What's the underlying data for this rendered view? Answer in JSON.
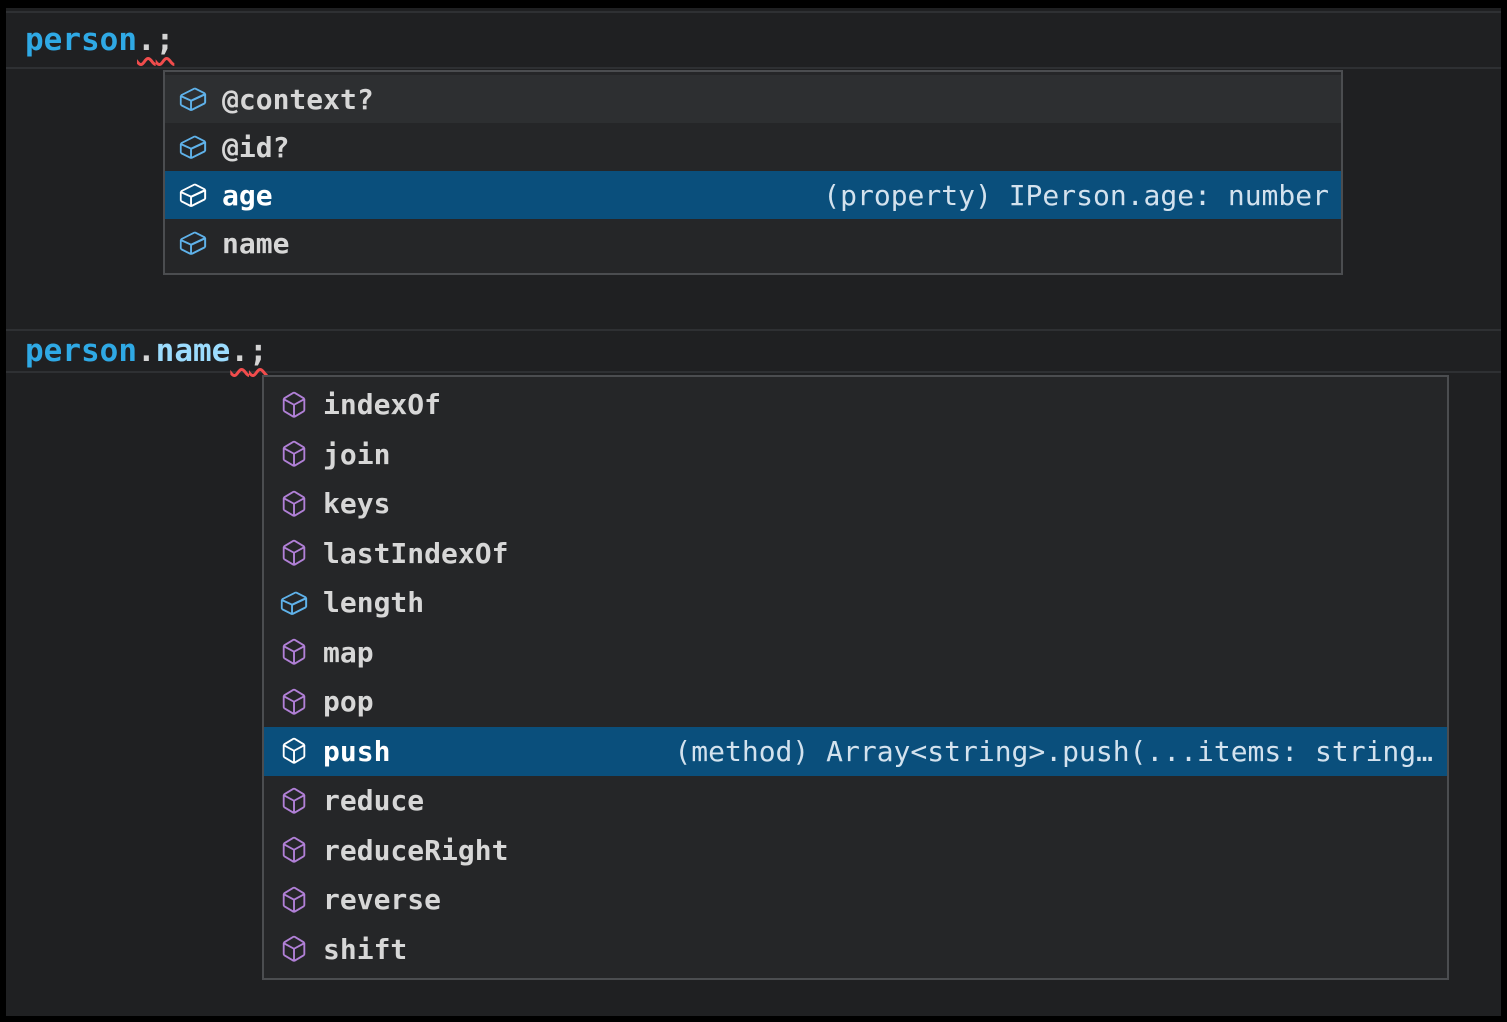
{
  "editor": {
    "line1": {
      "tokens": [
        {
          "text": "person",
          "type": "variable",
          "squiggle": false
        },
        {
          "text": ".",
          "type": "punctuation",
          "squiggle": true
        },
        {
          "text": ";",
          "type": "punctuation",
          "squiggle": true
        }
      ]
    },
    "line2": {
      "tokens": [
        {
          "text": "person",
          "type": "variable",
          "squiggle": false
        },
        {
          "text": ".",
          "type": "punctuation",
          "squiggle": false
        },
        {
          "text": "name",
          "type": "property",
          "squiggle": false
        },
        {
          "text": ".",
          "type": "punctuation",
          "squiggle": true
        },
        {
          "text": ";",
          "type": "punctuation",
          "squiggle": true
        }
      ]
    }
  },
  "suggest_popup_1": {
    "items": [
      {
        "label": "@context?",
        "kind": "field",
        "state": "hover"
      },
      {
        "label": "@id?",
        "kind": "field"
      },
      {
        "label": "age",
        "kind": "field",
        "state": "selected",
        "detail": "(property) IPerson.age: number"
      },
      {
        "label": "name",
        "kind": "field"
      }
    ]
  },
  "suggest_popup_2": {
    "items": [
      {
        "label": "indexOf",
        "kind": "method"
      },
      {
        "label": "join",
        "kind": "method"
      },
      {
        "label": "keys",
        "kind": "method"
      },
      {
        "label": "lastIndexOf",
        "kind": "method"
      },
      {
        "label": "length",
        "kind": "field"
      },
      {
        "label": "map",
        "kind": "method"
      },
      {
        "label": "pop",
        "kind": "method"
      },
      {
        "label": "push",
        "kind": "method",
        "state": "selected",
        "detail": "(method) Array<string>.push(...items: string…"
      },
      {
        "label": "reduce",
        "kind": "method"
      },
      {
        "label": "reduceRight",
        "kind": "method"
      },
      {
        "label": "reverse",
        "kind": "method"
      },
      {
        "label": "shift",
        "kind": "method"
      }
    ]
  },
  "colors": {
    "editor_background": "#1f2022",
    "frame": "#000000",
    "popup_background": "#252628",
    "popup_border": "#4b4d50",
    "selection_background": "#0a4f7c",
    "hover_background": "#2d2f31",
    "variable_blue": "#2fa9e5",
    "property_light_blue": "#9cdcfe",
    "punctuation": "#d4d4d4",
    "error_squiggle_red": "#f14c4c",
    "field_icon_blue": "#5fb2ea",
    "method_icon_purple": "#b180d7",
    "label_text": "#d7d7d7",
    "detail_text": "#d3e2ee"
  }
}
